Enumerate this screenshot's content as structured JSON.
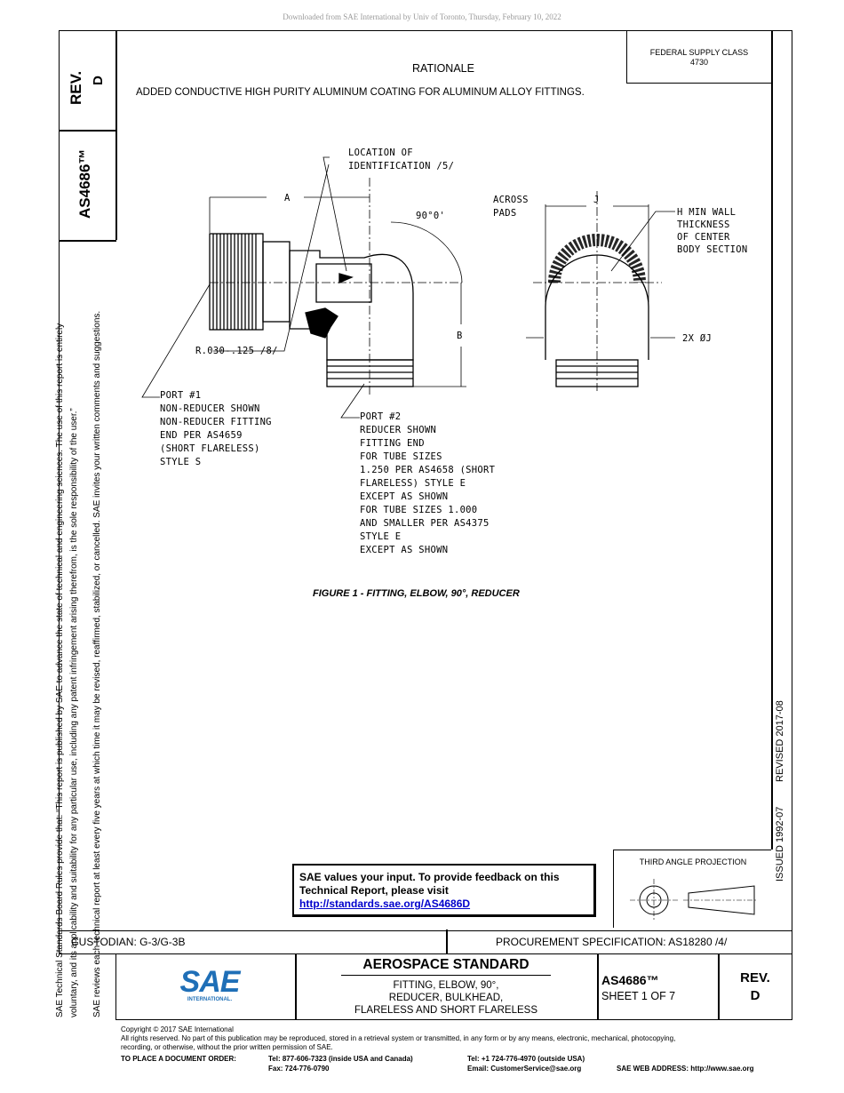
{
  "header": {
    "download_notice": "Downloaded from SAE International by Univ of Toronto, Thursday, February 10, 2022"
  },
  "federal_supply": {
    "label": "FEDERAL SUPPLY CLASS",
    "value": "4730"
  },
  "side": {
    "rev_label": "REV.",
    "rev_value": "D",
    "doc_number": "AS4686™",
    "rules_line1": "SAE Technical Standards Board Rules provide that: “This report is published by SAE to advance the state of technical and engineering sciences. The use of this report is entirely",
    "rules_line2": "voluntary, and its applicability and suitability for any particular use, including any patent infringement arising therefrom, is the sole responsibility of the user.”",
    "rules_line3": "SAE reviews each technical report at least every five years at which time it may be revised, reaffirmed, stabilized, or cancelled. SAE invites your written comments and suggestions.",
    "issued": "ISSUED 1992-07",
    "revised": "REVISED 2017-08"
  },
  "rationale": {
    "title": "RATIONALE",
    "text": "ADDED CONDUCTIVE HIGH PURITY ALUMINUM COATING FOR ALUMINUM ALLOY FITTINGS."
  },
  "drawing": {
    "location_of": "LOCATION OF",
    "identification": "IDENTIFICATION /5/",
    "dim_a": "A",
    "angle": "90°0'",
    "dim_b": "B",
    "radius": "R.030-.125 /8/",
    "port1": [
      "PORT #1",
      "NON-REDUCER SHOWN",
      "NON-REDUCER FITTING",
      "END PER AS4659",
      "(SHORT FLARELESS)",
      "STYLE S"
    ],
    "port2": [
      "PORT #2",
      "REDUCER SHOWN",
      "FITTING END",
      "FOR TUBE SIZES",
      "1.250 PER AS4658 (SHORT",
      "FLARELESS) STYLE E",
      "EXCEPT AS SHOWN",
      "FOR TUBE SIZES 1.000",
      "AND SMALLER PER AS4375",
      "STYLE E",
      "EXCEPT AS SHOWN"
    ],
    "across": [
      "ACROSS",
      "PADS"
    ],
    "dim_j": "J",
    "hmin": [
      "H MIN WALL",
      "THICKNESS",
      "OF CENTER",
      "BODY SECTION"
    ],
    "two_x": "2X ØJ"
  },
  "figure_caption": "FIGURE 1 - FITTING, ELBOW, 90°, REDUCER",
  "feedback": {
    "line1": "SAE values your input. To provide feedback on this",
    "line2": "Technical Report, please visit",
    "link": "http://standards.sae.org/AS4686D"
  },
  "projection": {
    "label": "THIRD ANGLE PROJECTION"
  },
  "custodian": "CUSTODIAN: G-3/G-3B",
  "procurement": "PROCUREMENT SPECIFICATION: AS18280 /4/",
  "title_block": {
    "standard": "AEROSPACE STANDARD",
    "title1": "FITTING, ELBOW, 90°,",
    "title2": "REDUCER, BULKHEAD,",
    "title3": "FLARELESS AND SHORT FLARELESS",
    "doc": "AS4686™",
    "sheet": "SHEET 1 OF 7",
    "rev_label": "REV.",
    "rev_value": "D",
    "logo_text": "SAE",
    "logo_sub": "INTERNATIONAL.",
    "logo_color": "#1f6fb7"
  },
  "footer": {
    "copyright": "Copyright © 2017 SAE International",
    "rights1": "All rights reserved. No part of this publication may be reproduced, stored in a retrieval system or transmitted, in any form or by any means, electronic, mechanical, photocopying,",
    "rights2": "recording, or otherwise, without the prior written permission of SAE.",
    "order_label": "TO PLACE A DOCUMENT ORDER:",
    "tel_usa": "Tel: 877-606-7323 (inside USA and Canada)",
    "fax": "Fax: 724-776-0790",
    "tel_out": "Tel: +1 724-776-4970 (outside USA)",
    "email": "Email: CustomerService@sae.org",
    "web": "SAE WEB ADDRESS: http://www.sae.org"
  }
}
